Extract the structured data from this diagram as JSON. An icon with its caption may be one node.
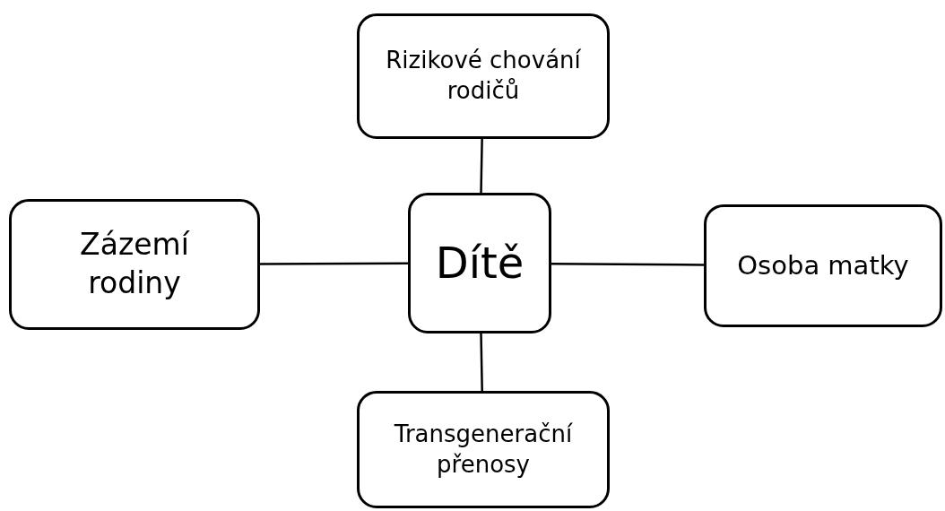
{
  "diagram": {
    "nodes": [
      {
        "text": [
          "Rizikové chování rodičů"
        ]
      },
      {
        "text": [
          "Zázemí rodiny"
        ]
      },
      {
        "text": [
          "Dítě"
        ]
      },
      {
        "text": [
          "Osoba matky"
        ]
      },
      {
        "text": [
          "Transgenerační přenosy"
        ]
      }
    ],
    "edges": [
      {
        "from": 2,
        "to": 0,
        "arrow": "none"
      },
      {
        "from": 1,
        "to": 2,
        "arrow": "none"
      },
      {
        "from": 2,
        "to": 3,
        "arrow": "none"
      },
      {
        "from": 2,
        "to": 4,
        "arrow": "none"
      }
    ]
  }
}
